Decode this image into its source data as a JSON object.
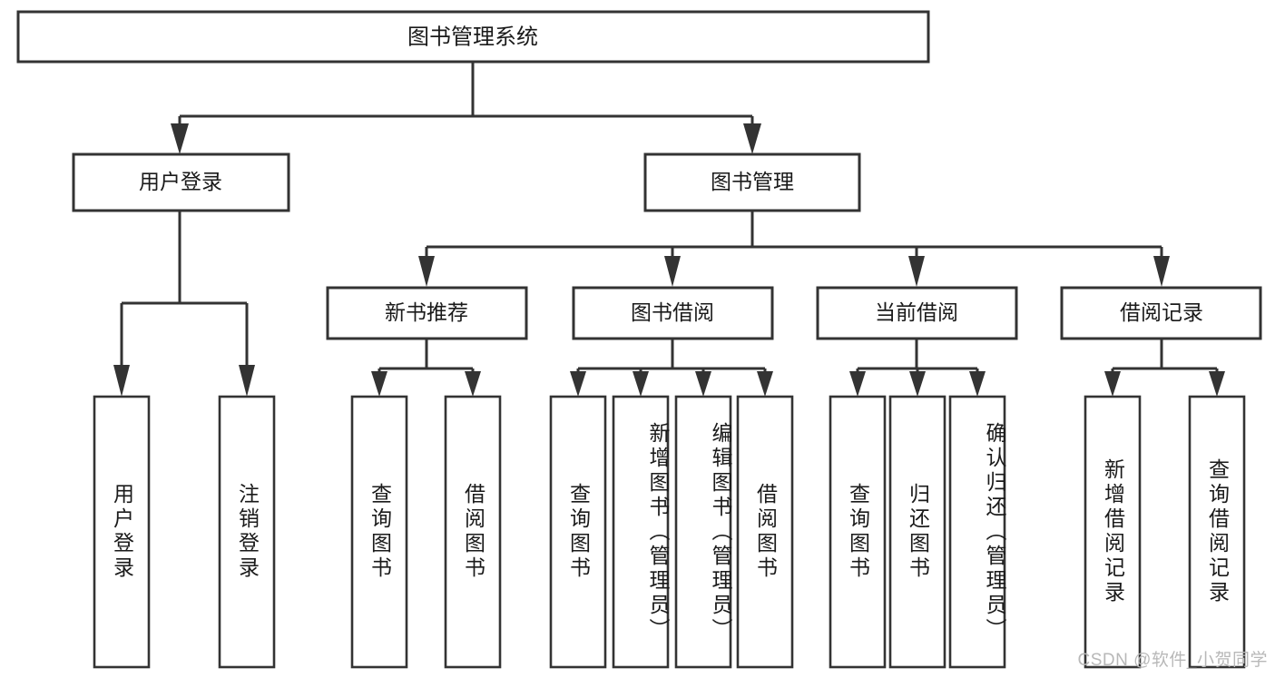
{
  "diagram": {
    "title": "图书管理系统",
    "watermark": "CSDN @软件_小贺同学",
    "stroke_color": "#333333",
    "text_color": "#1a1a1a",
    "background_color": "#ffffff",
    "type": "tree-hierarchy",
    "root": {
      "label": "图书管理系统"
    },
    "level2": [
      {
        "label": "用户登录"
      },
      {
        "label": "图书管理"
      }
    ],
    "level3": [
      {
        "label": "新书推荐"
      },
      {
        "label": "图书借阅"
      },
      {
        "label": "当前借阅"
      },
      {
        "label": "借阅记录"
      }
    ],
    "leaves": {
      "user_login": [
        {
          "label": "用户登录"
        },
        {
          "label": "注销登录"
        }
      ],
      "new_book_recommend": [
        {
          "label": "查询图书"
        },
        {
          "label": "借阅图书"
        }
      ],
      "book_borrow": [
        {
          "label": "查询图书"
        },
        {
          "label": "新增图书（管理员）"
        },
        {
          "label": "编辑图书（管理员）"
        },
        {
          "label": "借阅图书"
        }
      ],
      "current_borrow": [
        {
          "label": "查询图书"
        },
        {
          "label": "归还图书"
        },
        {
          "label": "确认归还（管理员）"
        }
      ],
      "borrow_record": [
        {
          "label": "新增借阅记录"
        },
        {
          "label": "查询借阅记录"
        }
      ]
    }
  }
}
